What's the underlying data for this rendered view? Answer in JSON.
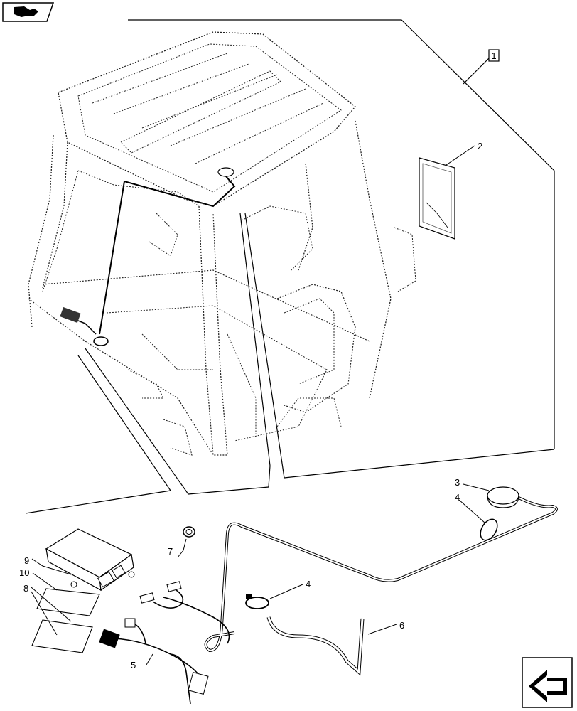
{
  "callouts": {
    "c1": "1",
    "c2": "2",
    "c3": "3",
    "c4a": "4",
    "c4b": "4",
    "c5": "5",
    "c6": "6",
    "c7": "7",
    "c8": "8",
    "c9": "9",
    "c10": "10"
  },
  "icons": {
    "top_left": "book-arrow-icon",
    "bottom_right": "next-page-arrow-icon"
  }
}
